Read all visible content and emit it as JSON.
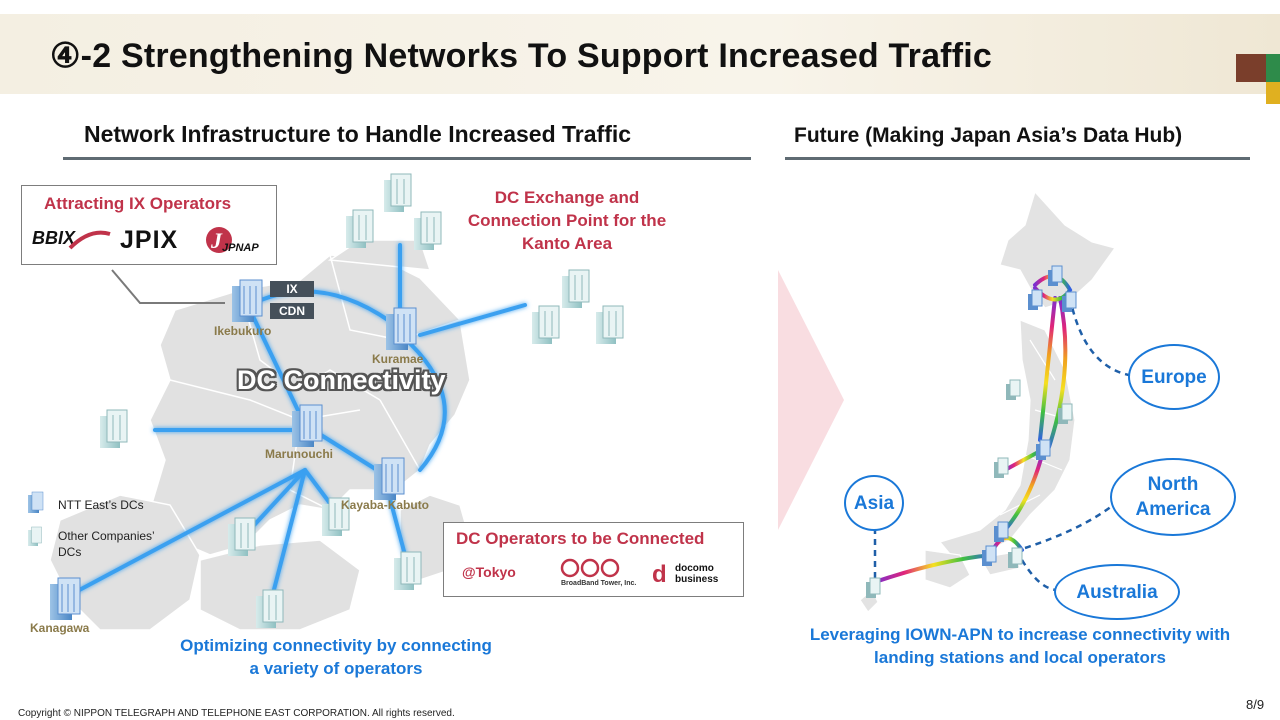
{
  "header": {
    "title": "④-2  Strengthening Networks To Support Increased Traffic"
  },
  "left": {
    "title": "Network Infrastructure to Handle Increased Traffic",
    "ix_box": {
      "title": "Attracting IX Operators",
      "logos": [
        "BBIX",
        "JPIX",
        "JPNAP"
      ]
    },
    "exchange_label": "DC Exchange and Connection Point for the Kanto Area",
    "dc_connectivity": "DC Connectivity",
    "tags": {
      "ix": "IX",
      "cdn": "CDN"
    },
    "locations": {
      "ikebukuro": "Ikebukuro",
      "kuramae": "Kuramae",
      "marunouchi": "Marunouchi",
      "kayaba": "Kayaba-Kabuto",
      "kanagawa": "Kanagawa"
    },
    "legend": {
      "ntt": "NTT  East’s DCs",
      "other": "Other Companies’ DCs"
    },
    "dc_ops_box": {
      "title": "DC Operators to be Connected",
      "logos": [
        "@Tokyo",
        "BroadBand Tower, Inc.",
        "docomo business"
      ]
    },
    "bottom_label": "Optimizing connectivity by connecting a variety of operators"
  },
  "right": {
    "title": "Future (Making Japan Asia’s Data Hub)",
    "regions": {
      "europe": "Europe",
      "asia": "Asia",
      "north_america": "North America",
      "australia": "Australia"
    },
    "bottom_label": "Leveraging IOWN-APN to increase connectivity with landing stations and local operators"
  },
  "footer": {
    "copyright": "Copyright  © NIPPON TELEGRAPH AND TELEPHONE EAST CORPORATION. All rights reserved.",
    "page": "8/9"
  },
  "colors": {
    "accent_red": "#c0334a",
    "accent_blue": "#1a78d8",
    "link_blue": "#3aa0f0",
    "rule_gray": "#5f6b73"
  }
}
